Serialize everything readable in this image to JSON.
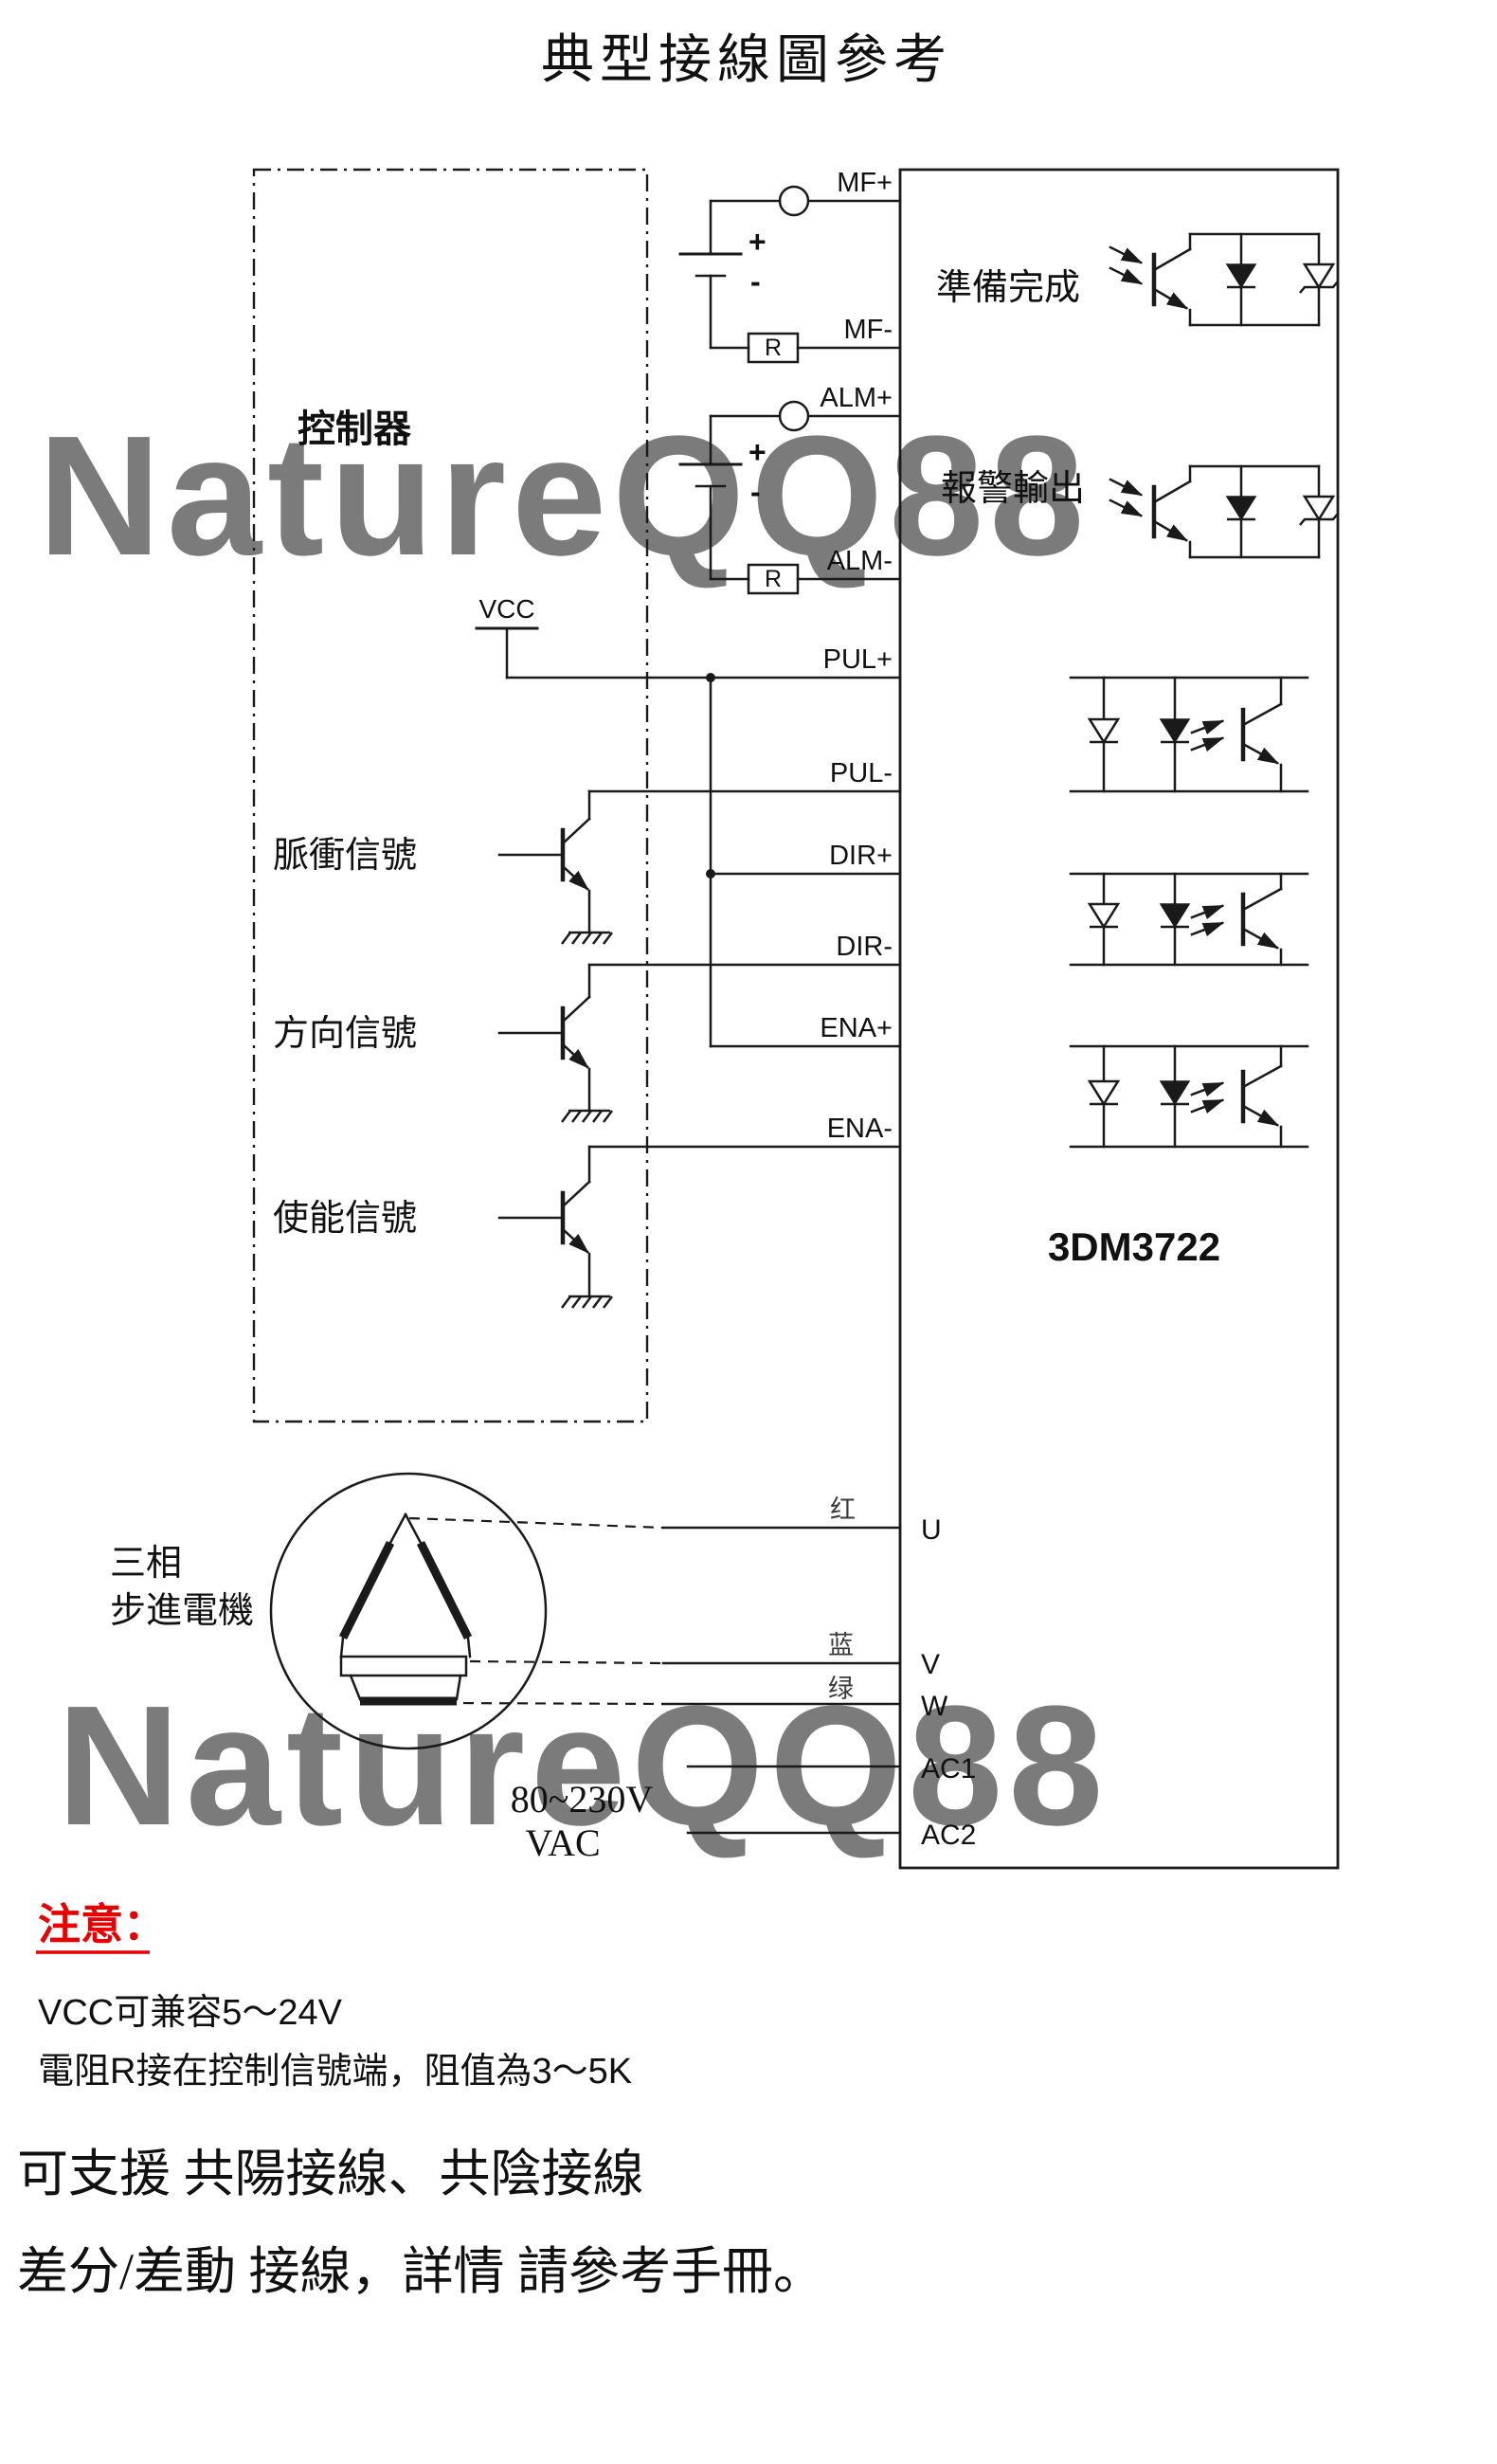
{
  "title": "典型接線圖參考",
  "watermarks": {
    "top": "NatureQQ88",
    "bottom": "NatureQQ88"
  },
  "controller": {
    "label": "控制器",
    "vcc_label": "VCC",
    "pulse_label": "脈衝信號",
    "direction_label": "方向信號",
    "enable_label": "使能信號"
  },
  "driver": {
    "model": "3DM3722",
    "ready_label": "準備完成",
    "alarm_label": "報警輸出",
    "resistor_label": "R",
    "battery_plus": "+",
    "battery_minus": "-",
    "terminals": {
      "mf_plus": "MF+",
      "mf_minus": "MF-",
      "alm_plus": "ALM+",
      "alm_minus": "ALM-",
      "pul_plus": "PUL+",
      "pul_minus": "PUL-",
      "dir_plus": "DIR+",
      "dir_minus": "DIR-",
      "ena_plus": "ENA+",
      "ena_minus": "ENA-",
      "u": "U",
      "v": "V",
      "w": "W",
      "ac1": "AC1",
      "ac2": "AC2"
    }
  },
  "motor": {
    "label_line1": "三相",
    "label_line2": "步進電機",
    "wire_red": "红",
    "wire_blue": "蓝",
    "wire_green": "绿"
  },
  "power": {
    "voltage": "80~230V",
    "type": "VAC"
  },
  "notes": {
    "attention": "注意：",
    "line1": "VCC可兼容5～24V",
    "line2": "電阻R接在控制信號端，阻值為3～5K",
    "line3": "可支援 共陽接線、共陰接線",
    "line4": "差分/差動 接線，詳情 請參考手冊。"
  },
  "colors": {
    "wire": "#1a1a1a",
    "attention_red": "#e80000",
    "watermark_blue": "#c9cfef",
    "watermark_green": "#dcedb0"
  }
}
